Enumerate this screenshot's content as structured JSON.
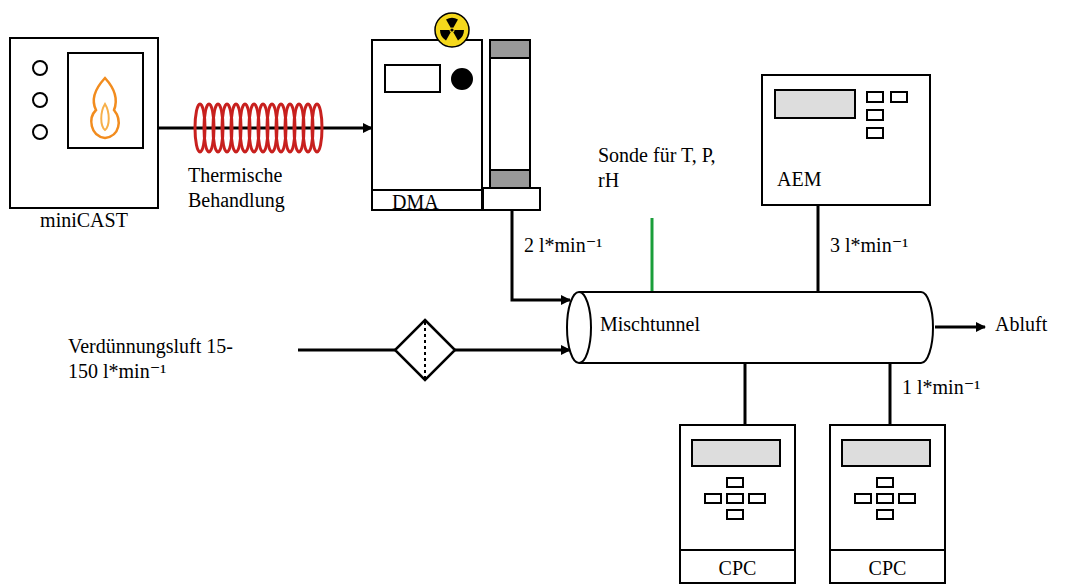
{
  "diagram": {
    "nodes": [
      {
        "text": [
          "miniCAST"
        ]
      },
      {
        "text": [
          "DMA"
        ]
      },
      {
        "text": [
          "AEM"
        ]
      },
      {
        "text": [
          "Mischtunnel"
        ]
      },
      {
        "text": [
          "CPC"
        ]
      },
      {
        "text": [
          "CPC"
        ]
      }
    ],
    "edges": [
      {
        "from": 0,
        "to": 1,
        "arrow": "to"
      },
      {
        "from": 1,
        "to": 3,
        "label": "2 l*min⁻¹",
        "arrow": "to"
      },
      {
        "from": 3,
        "to": 2,
        "label": "3 l*min⁻¹",
        "arrow": "none"
      },
      {
        "from": 3,
        "to": 4,
        "arrow": "none"
      },
      {
        "from": 3,
        "to": 5,
        "label": "1 l*min⁻¹",
        "arrow": "none"
      }
    ],
    "labels": [
      "Thermische Behandlung",
      "Sonde für T, P, rH",
      "Verdünnungsluft 15-150 l*min⁻¹",
      "Abluft"
    ]
  }
}
